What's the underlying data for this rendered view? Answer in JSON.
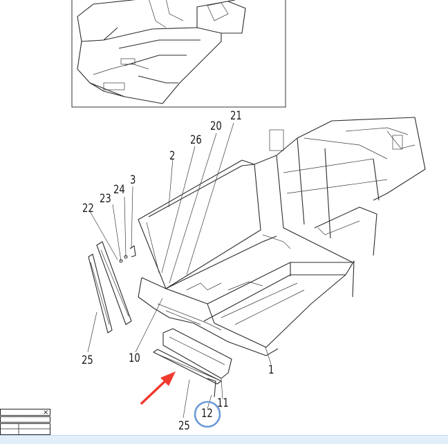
{
  "labels": [
    {
      "key": "l2",
      "text": "2"
    },
    {
      "key": "l26",
      "text": "26"
    },
    {
      "key": "l20",
      "text": "20"
    },
    {
      "key": "l21",
      "text": "21"
    },
    {
      "key": "l3",
      "text": "3"
    },
    {
      "key": "l24",
      "text": "24"
    },
    {
      "key": "l23",
      "text": "23"
    },
    {
      "key": "l22",
      "text": "22"
    },
    {
      "key": "l25a",
      "text": "25"
    },
    {
      "key": "l10",
      "text": "10"
    },
    {
      "key": "l1",
      "text": "1"
    },
    {
      "key": "l11",
      "text": "11"
    },
    {
      "key": "l12",
      "text": "12"
    },
    {
      "key": "l25b",
      "text": "25"
    }
  ],
  "window": {
    "close_symbol": "×"
  },
  "colors": {
    "highlight_circle": "#6a9ad8",
    "arrow": "#f03a2e",
    "line": "#2a2a2a",
    "strip": "#e3eefb"
  },
  "icons": {
    "pointer": "red-arrow-icon",
    "highlight": "highlight-circle-icon"
  }
}
